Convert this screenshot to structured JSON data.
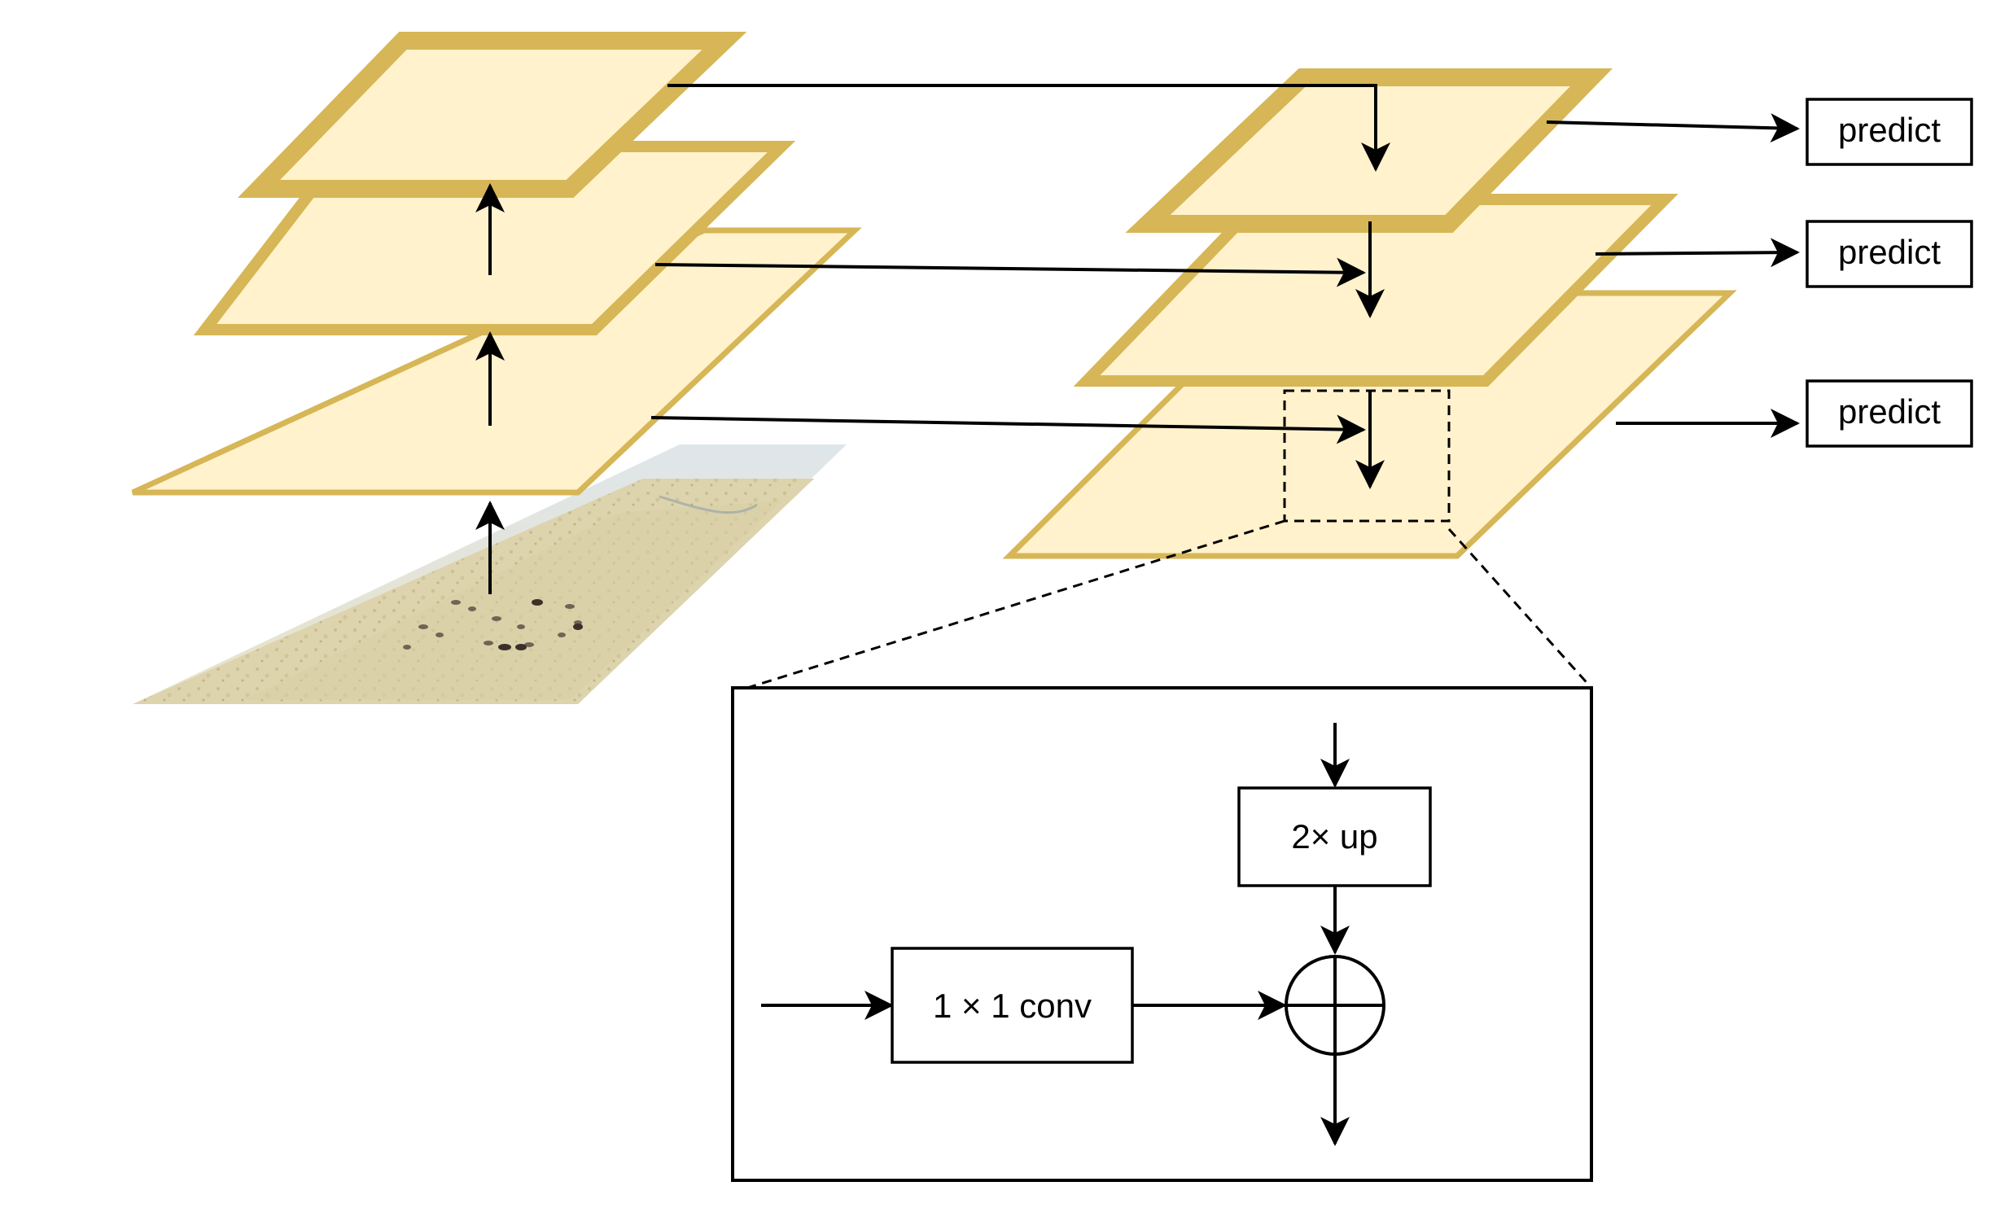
{
  "colors": {
    "plane_fill": "#fff2cc",
    "plane_stroke": "#d6b656",
    "line": "#000000",
    "background": "#ffffff"
  },
  "predict_labels": [
    "predict",
    "predict",
    "predict"
  ],
  "detail": {
    "upsample_label": "2× up",
    "conv_label": "1 × 1 conv"
  },
  "icons": {
    "sum": "circle-plus-icon",
    "input_image": "aerial-sheep-photo"
  }
}
